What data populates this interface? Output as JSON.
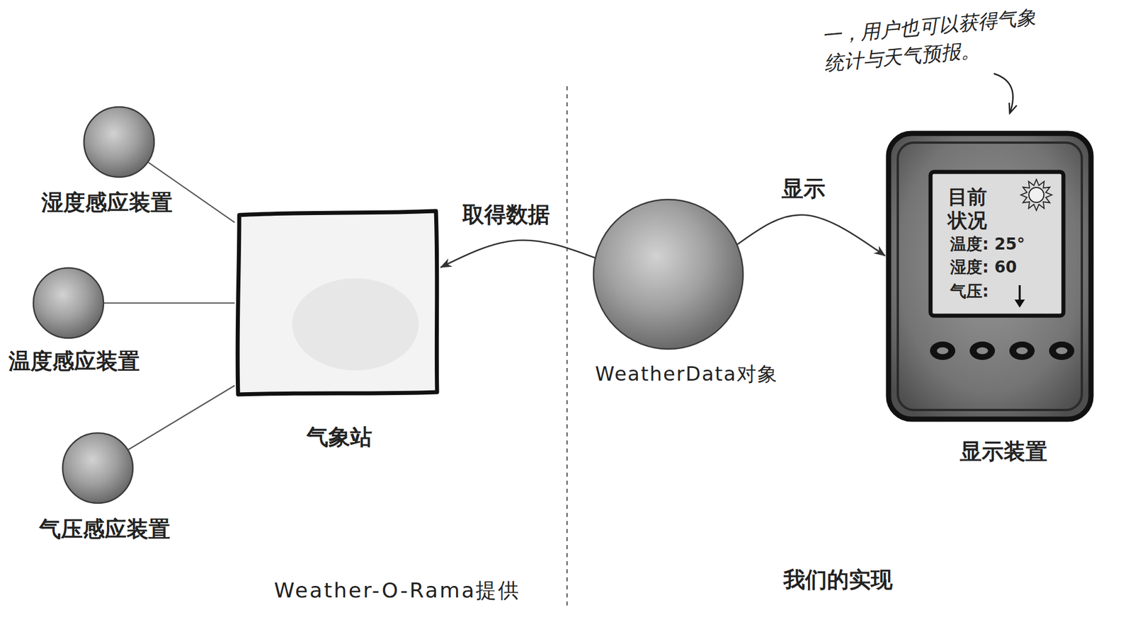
{
  "diagram": {
    "nodes": [
      {
        "text": [
          "湿度感应装置"
        ]
      },
      {
        "text": [
          "温度感应装置"
        ]
      },
      {
        "text": [
          "气压感应装置"
        ]
      },
      {
        "text": [
          "气象站"
        ]
      },
      {
        "text": [
          "WeatherData对象"
        ]
      },
      {
        "text": [
          "显示装置"
        ]
      },
      {
        "text": [
          "目前 状况",
          "温度: 25°",
          "湿度: 60",
          "气压:"
        ],
        "in": 5
      }
    ],
    "edges": [
      {
        "from": 0,
        "to": 3,
        "arrow": "none"
      },
      {
        "from": 1,
        "to": 3,
        "arrow": "none"
      },
      {
        "from": 2,
        "to": 3,
        "arrow": "none"
      },
      {
        "from": 4,
        "to": 3,
        "label": "取得数据",
        "arrow": "to"
      },
      {
        "from": 4,
        "to": 5,
        "label": "显示",
        "arrow": "to"
      }
    ],
    "labels": [
      "一，用户也可以获得气象 统计与天气预报。",
      "Weather-O-Rama提供",
      "我们的实现"
    ]
  }
}
